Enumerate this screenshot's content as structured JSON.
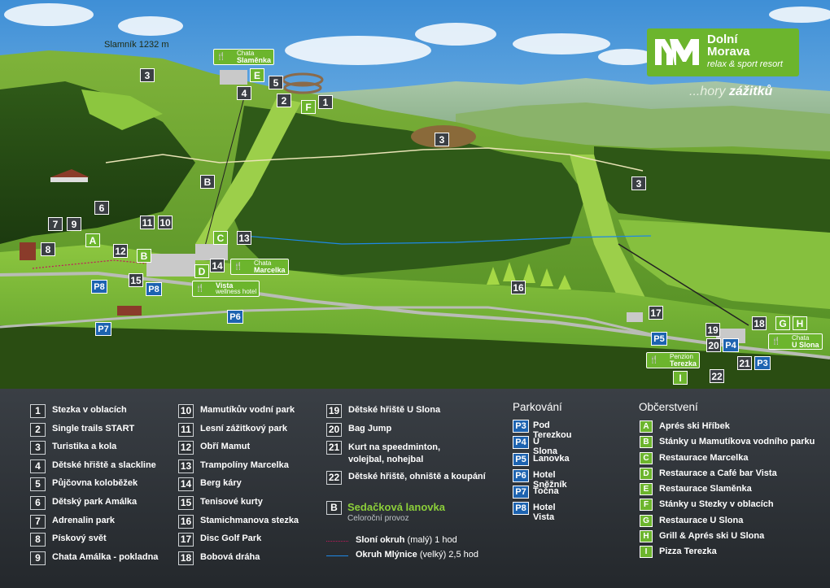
{
  "map": {
    "peak_label": "Slamník 1232 m",
    "logo": {
      "line1": "Dolní",
      "line2": "Morava",
      "line3": "relax & sport resort"
    },
    "slogan": {
      "a": "...hory ",
      "b": "zážitků"
    },
    "markers": {
      "m3a": "3",
      "m4": "4",
      "mE": "E",
      "m5": "5",
      "m2": "2",
      "mF": "F",
      "m1": "1",
      "m3b": "3",
      "m3c": "3",
      "mB1": "B",
      "m6": "6",
      "m7": "7",
      "m9": "9",
      "mA": "A",
      "m11": "11",
      "m10": "10",
      "m12": "12",
      "mB2": "B",
      "m8": "8",
      "mC": "C",
      "m13": "13",
      "m14": "14",
      "mD": "D",
      "m15": "15",
      "mP8a": "P8",
      "mP8b": "P8",
      "mP6": "P6",
      "mP7": "P7",
      "m16": "16",
      "m17": "17",
      "mP5": "P5",
      "m19": "19",
      "m18": "18",
      "mG": "G",
      "mH": "H",
      "m20": "20",
      "mP4": "P4",
      "m21": "21",
      "mP3": "P3",
      "mI": "I",
      "m22": "22"
    },
    "signs": {
      "slamenka": {
        "top": "Chata",
        "name": "Slaměnka"
      },
      "marcelka": {
        "top": "Chata",
        "name": "Marcelka"
      },
      "vista": {
        "name": "Vista",
        "sub": "wellness hotel"
      },
      "uslona": {
        "top": "Chata",
        "name": "U Slona"
      },
      "terezka": {
        "top": "Penzion",
        "name": "Terezka"
      }
    }
  },
  "legend": {
    "col1": [
      {
        "n": "1",
        "label": "Stezka v oblacích"
      },
      {
        "n": "2",
        "label": "Single trails START"
      },
      {
        "n": "3",
        "label": "Turistika a kola"
      },
      {
        "n": "4",
        "label": "Dětské hřiště a slackline"
      },
      {
        "n": "5",
        "label": "Půjčovna koloběžek"
      },
      {
        "n": "6",
        "label": "Dětský park Amálka"
      },
      {
        "n": "7",
        "label": "Adrenalin park"
      },
      {
        "n": "8",
        "label": "Pískový svět"
      },
      {
        "n": "9",
        "label": "Chata Amálka - pokladna"
      }
    ],
    "col2": [
      {
        "n": "10",
        "label": "Mamutíkův vodní park"
      },
      {
        "n": "11",
        "label": "Lesní zážitkový park"
      },
      {
        "n": "12",
        "label": "Obří Mamut"
      },
      {
        "n": "13",
        "label": "Trampolíny Marcelka"
      },
      {
        "n": "14",
        "label": "Berg káry"
      },
      {
        "n": "15",
        "label": "Tenisové kurty"
      },
      {
        "n": "16",
        "label": "Stamichmanova stezka"
      },
      {
        "n": "17",
        "label": "Disc Golf Park"
      },
      {
        "n": "18",
        "label": "Bobová dráha"
      }
    ],
    "col3": [
      {
        "n": "19",
        "label": "Dětské hřiště U Slona"
      },
      {
        "n": "20",
        "label": "Bag Jump"
      },
      {
        "n": "21",
        "label": "Kurt na speedminton, volejbal, nohejbal"
      },
      {
        "n": "22",
        "label": "Dětské hřiště, ohniště a koupání"
      }
    ],
    "lift": {
      "n": "B",
      "title": "Sedačková lanovka",
      "sub": "Celoroční provoz"
    },
    "routes": [
      {
        "name": "Sloní okruh",
        "detail": " (malý) 1 hod",
        "color": "#c2185b"
      },
      {
        "name": "Okruh Mlýnice",
        "detail": " (velký) 2,5 hod",
        "color": "#1e88e5"
      }
    ],
    "parking_title": "Parkování",
    "parking": [
      {
        "n": "P3",
        "label": "Pod Terezkou"
      },
      {
        "n": "P4",
        "label": "U Slona"
      },
      {
        "n": "P5",
        "label": "Lanovka"
      },
      {
        "n": "P6",
        "label": "Hotel Sněžník"
      },
      {
        "n": "P7",
        "label": "Točna"
      },
      {
        "n": "P8",
        "label": "Hotel Vista"
      }
    ],
    "food_title": "Občerstvení",
    "food": [
      {
        "n": "A",
        "label": "Aprés ski Hříbek"
      },
      {
        "n": "B",
        "label": "Stánky u Mamutíkova vodního parku"
      },
      {
        "n": "C",
        "label": "Restaurace Marcelka"
      },
      {
        "n": "D",
        "label": "Restaurace a Café bar Vista"
      },
      {
        "n": "E",
        "label": "Restaurace Slaměnka"
      },
      {
        "n": "F",
        "label": "Stánky u Stezky v oblacích"
      },
      {
        "n": "G",
        "label": "Restaurace U Slona"
      },
      {
        "n": "H",
        "label": "Grill & Aprés ski U Slona"
      },
      {
        "n": "I",
        "label": "Pizza Terezka"
      }
    ]
  }
}
